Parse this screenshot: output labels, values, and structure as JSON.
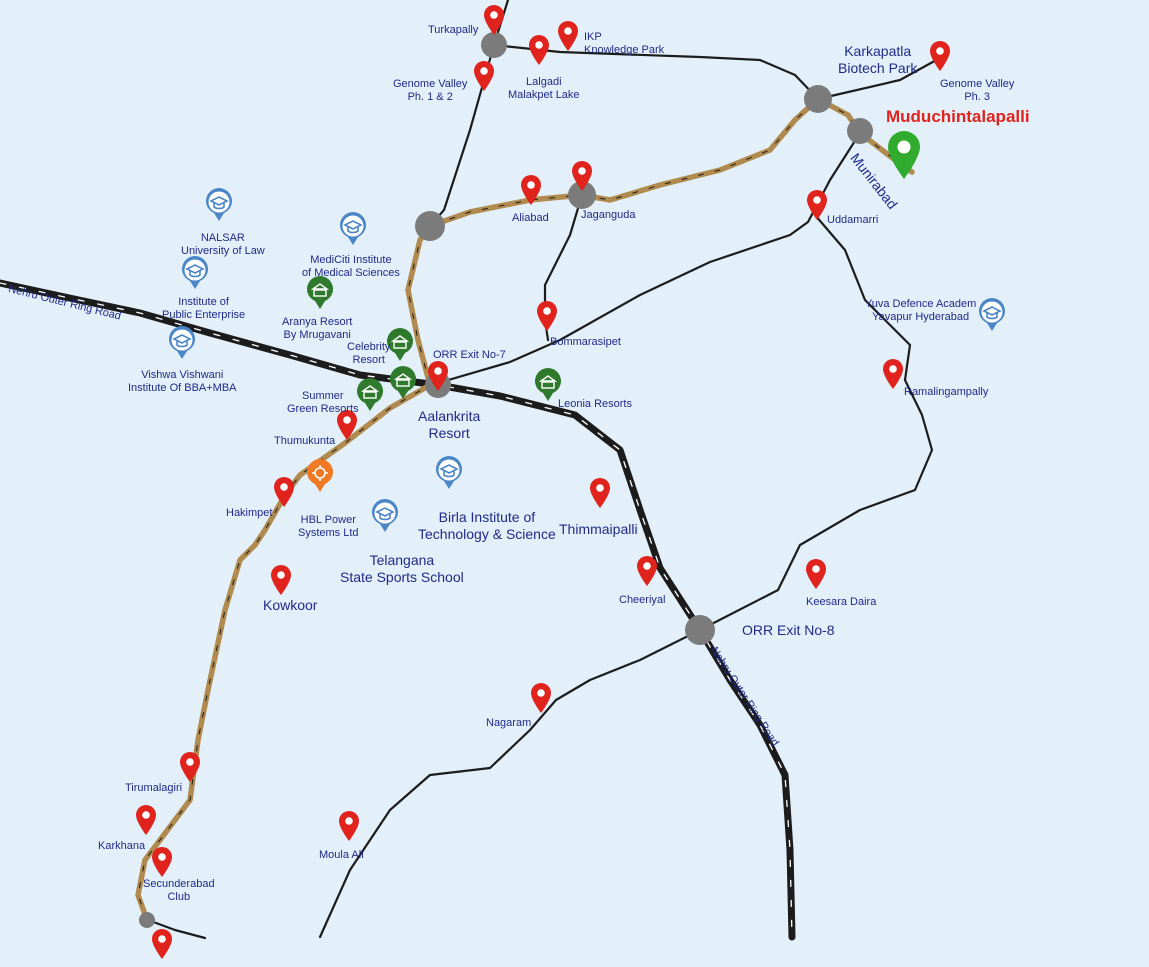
{
  "colors": {
    "background": "#e3f0f9",
    "highway": "#1c1c1c",
    "main_route": "#b08a4e",
    "road": "#1c1c1c",
    "junction": "#7b7b7b",
    "pin_red": "#e0231d",
    "pin_green_project": "#31ab2e",
    "pin_resort": "#2f7a2d",
    "pin_education": "#4a86c8",
    "pin_industry": "#f07a24",
    "label_text": "#1f2a8a",
    "highlight_text": "#e0231d"
  },
  "project": {
    "name": "Muduchintalapalli",
    "marker": "location-pin-green"
  },
  "road_labels": {
    "orr_west": "Nehru Outer Ring Road",
    "orr_south": "Nehru Outer Ring Road",
    "munirabad": "Munirabad"
  },
  "places": [
    {
      "label": "Turkapally",
      "icon": "location-pin"
    },
    {
      "label": "IKP\nKnowledge Park",
      "icon": "location-pin"
    },
    {
      "label": "Genome Valley\nPh. 1 & 2",
      "icon": "location-pin"
    },
    {
      "label": "Lalgadi\nMalakpet Lake",
      "icon": "location-pin"
    },
    {
      "label": "Karkapatla\nBiotech Park",
      "icon": "junction"
    },
    {
      "label": "Genome Valley\nPh. 3",
      "icon": "location-pin"
    },
    {
      "label": "Uddamarri",
      "icon": "location-pin"
    },
    {
      "label": "Aliabad",
      "icon": "location-pin"
    },
    {
      "label": "Jaganguda",
      "icon": "location-pin"
    },
    {
      "label": "NALSAR\nUniversity of Law",
      "icon": "education-pin"
    },
    {
      "label": "MediCiti Institute\nof Medical Sciences",
      "icon": "education-pin"
    },
    {
      "label": "Institute of\nPublic Enterprise",
      "icon": "education-pin"
    },
    {
      "label": "Aranya Resort\nBy Mrugavani",
      "icon": "resort-pin"
    },
    {
      "label": "Vishwa Vishwani\nInstitute Of BBA+MBA",
      "icon": "education-pin"
    },
    {
      "label": "Celebrity\nResort",
      "icon": "resort-pin"
    },
    {
      "label": "ORR Exit No-7",
      "icon": "location-pin"
    },
    {
      "label": "Bommarasipet",
      "icon": "location-pin"
    },
    {
      "label": "Yuva Defence Academ\nYavapur Hyderabad",
      "icon": "education-pin"
    },
    {
      "label": "Ramalingampally",
      "icon": "location-pin"
    },
    {
      "label": "Summer\nGreen Resorts",
      "icon": "resort-pin"
    },
    {
      "label": "Aalankrita\nResort",
      "icon": "resort-pin"
    },
    {
      "label": "Leonia Resorts",
      "icon": "resort-pin"
    },
    {
      "label": "Thumukunta",
      "icon": "location-pin"
    },
    {
      "label": "Hakimpet",
      "icon": "location-pin"
    },
    {
      "label": "HBL Power\nSystems Ltd",
      "icon": "industry-pin"
    },
    {
      "label": "Birla Institute of\nTechnology & Science",
      "icon": "education-pin"
    },
    {
      "label": "Thimmaipalli",
      "icon": "location-pin"
    },
    {
      "label": "Telangana\nState Sports School",
      "icon": "education-pin"
    },
    {
      "label": "Kowkoor",
      "icon": "location-pin"
    },
    {
      "label": "Cheeriyal",
      "icon": "location-pin"
    },
    {
      "label": "Keesara Daira",
      "icon": "location-pin"
    },
    {
      "label": "ORR Exit No-8",
      "icon": "junction"
    },
    {
      "label": "Nagaram",
      "icon": "location-pin"
    },
    {
      "label": "Tirumalagiri",
      "icon": "location-pin"
    },
    {
      "label": "Karkhana",
      "icon": "location-pin"
    },
    {
      "label": "Secunderabad\nClub",
      "icon": "location-pin"
    },
    {
      "label": "Moula Ali",
      "icon": "location-pin"
    }
  ]
}
